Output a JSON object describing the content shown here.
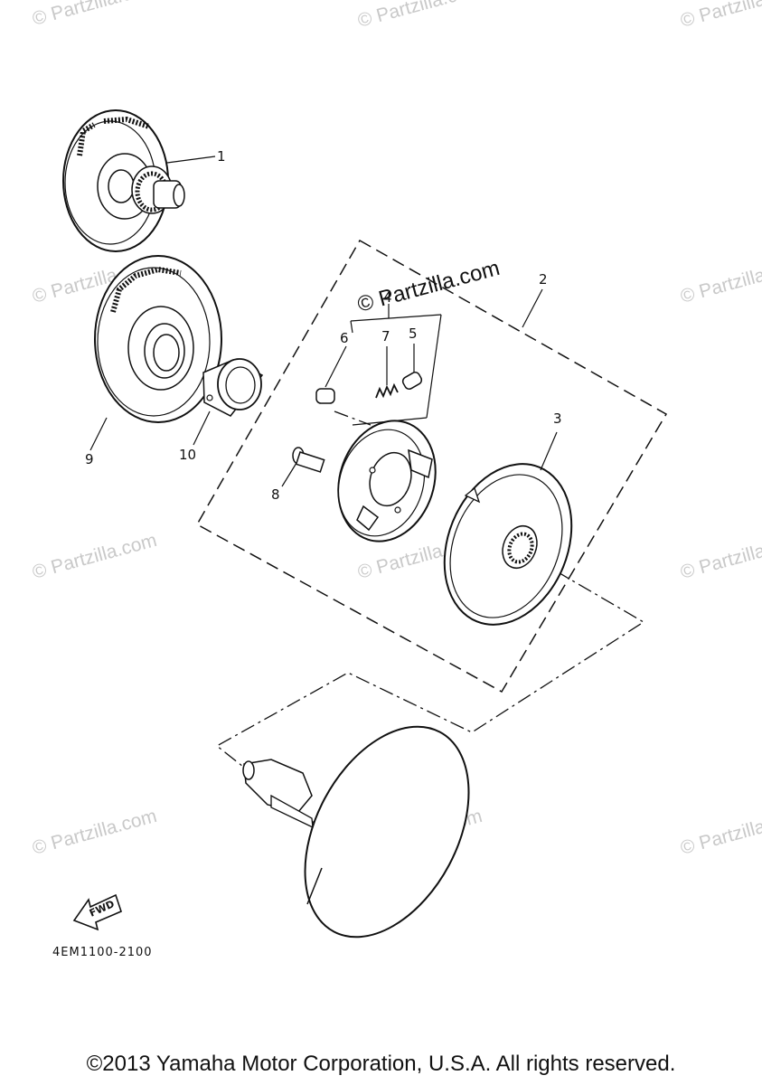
{
  "watermark": {
    "text": "© Partzilla.com"
  },
  "callouts": {
    "c1": "1",
    "c2": "2",
    "c3": "3",
    "c4": "4",
    "c5": "5",
    "c6": "6",
    "c7": "7",
    "c8": "8",
    "c9": "9",
    "c10": "10"
  },
  "fwd_label": "FWD",
  "diagram_code": "4EM1100-2100",
  "copyright": "©2013 Yamaha Motor Corporation, U.S.A. All rights reserved."
}
